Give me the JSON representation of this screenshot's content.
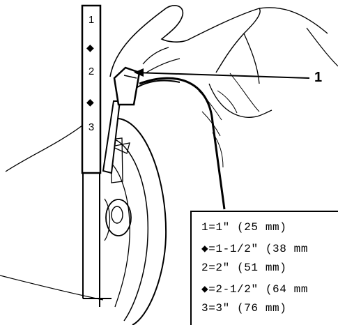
{
  "ruler": {
    "marks": [
      "1",
      "2",
      "3"
    ],
    "diamond_icon": "diamond-icon"
  },
  "callout": {
    "label": "1"
  },
  "legend": {
    "items": [
      {
        "text": "1=1\" (25 mm)"
      },
      {
        "text": "◆=1-1/2\" (38 mm"
      },
      {
        "text": "2=2\" (51 mm)"
      },
      {
        "text": "◆=2-1/2\" (64 mm"
      },
      {
        "text": "3=3\" (76 mm)"
      }
    ]
  }
}
